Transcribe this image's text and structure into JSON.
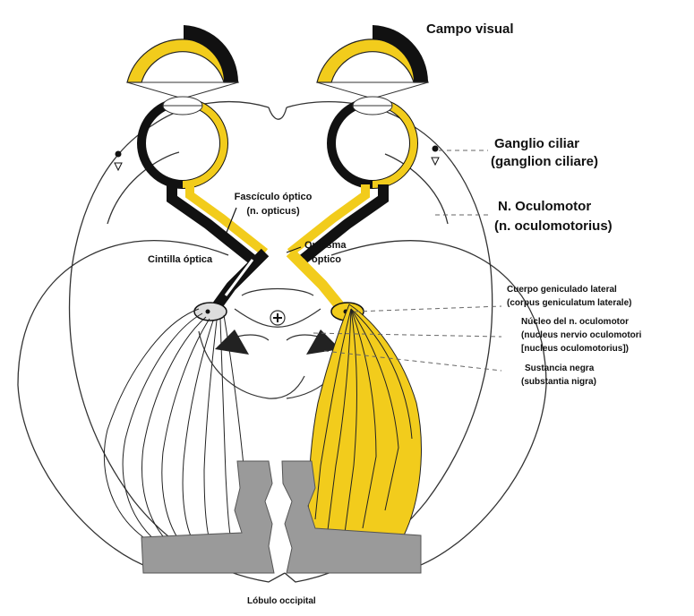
{
  "labels": {
    "campo_visual": "Campo visual",
    "ganglio_ciliar": "Ganglio ciliar",
    "ganglio_ciliar_latin": "(ganglion ciliare)",
    "n_oculomotor": "N. Oculomotor",
    "n_oculomotor_latin": "(n. oculomotorius)",
    "fasciculo_optico": "Fascículo óptico",
    "fasciculo_optico_latin": "(n. opticus)",
    "quiasma": "Quiasma",
    "quiasma_2": "óptico",
    "cintilla": "Cintilla óptica",
    "cuerpo_geniculado": "Cuerpo geniculado lateral",
    "cuerpo_geniculado_latin": "(corpus geniculatum laterale)",
    "nucleo_oculomotor": "Núcleo del n. oculomotor",
    "nucleo_oculomotor_latin1": "(nucleus nervio oculomotori",
    "nucleo_oculomotor_latin2": "[nucleus oculomotorius])",
    "sustancia_negra": "Sustancia negra",
    "sustancia_negra_latin": "(substantia nigra)",
    "lobulo_occipital": "Lóbulo occipital"
  },
  "colors": {
    "pathway_yellow": "#f2cc1c",
    "pathway_black": "#111111",
    "cortex_gray": "#9a9a9a",
    "outline": "#333333",
    "leader": "#666666"
  }
}
